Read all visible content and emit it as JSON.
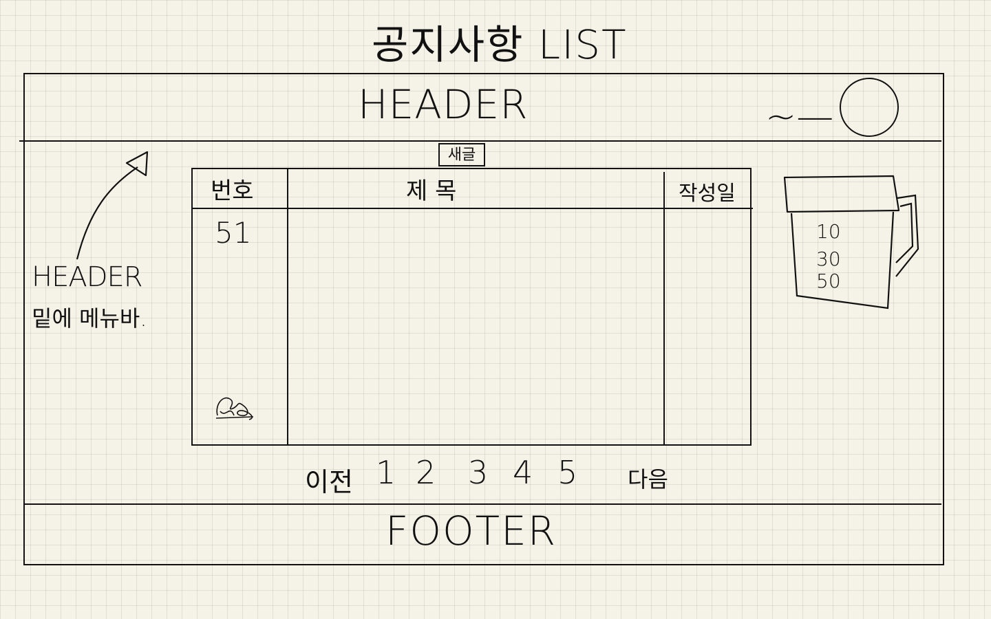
{
  "page_title": "공지사항 LIST",
  "header": {
    "label": "HEADER",
    "menu_glyph": "~—"
  },
  "footer": {
    "label": "FOOTER"
  },
  "annotation": {
    "line1": "HEADER",
    "line2": "밑에 메뉴바."
  },
  "new_button_label": "새글",
  "table": {
    "columns": [
      "번호",
      "제 목",
      "작성일"
    ],
    "sample_number": "51"
  },
  "pagination": {
    "prev": "이전",
    "pages": [
      "1",
      "2",
      "3",
      "4",
      "5"
    ],
    "next": "다음"
  },
  "page_size_options": [
    "10",
    "30",
    "50"
  ],
  "icons": {
    "avatar": "user-avatar-circle-icon",
    "arrow": "arrow-up-right-icon",
    "selector": "page-size-cup-icon"
  }
}
